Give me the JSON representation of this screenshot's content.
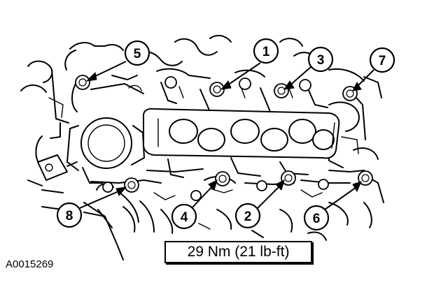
{
  "figure": {
    "id_label": "A0015269",
    "torque_spec": "29 Nm (21 lb-ft)"
  },
  "callouts": [
    {
      "number": "1",
      "icon": "circle-callout"
    },
    {
      "number": "2",
      "icon": "circle-callout"
    },
    {
      "number": "3",
      "icon": "circle-callout"
    },
    {
      "number": "4",
      "icon": "circle-callout"
    },
    {
      "number": "5",
      "icon": "circle-callout"
    },
    {
      "number": "6",
      "icon": "circle-callout"
    },
    {
      "number": "7",
      "icon": "circle-callout"
    },
    {
      "number": "8",
      "icon": "circle-callout"
    }
  ],
  "colors": {
    "line": "#000000",
    "background": "#ffffff"
  }
}
